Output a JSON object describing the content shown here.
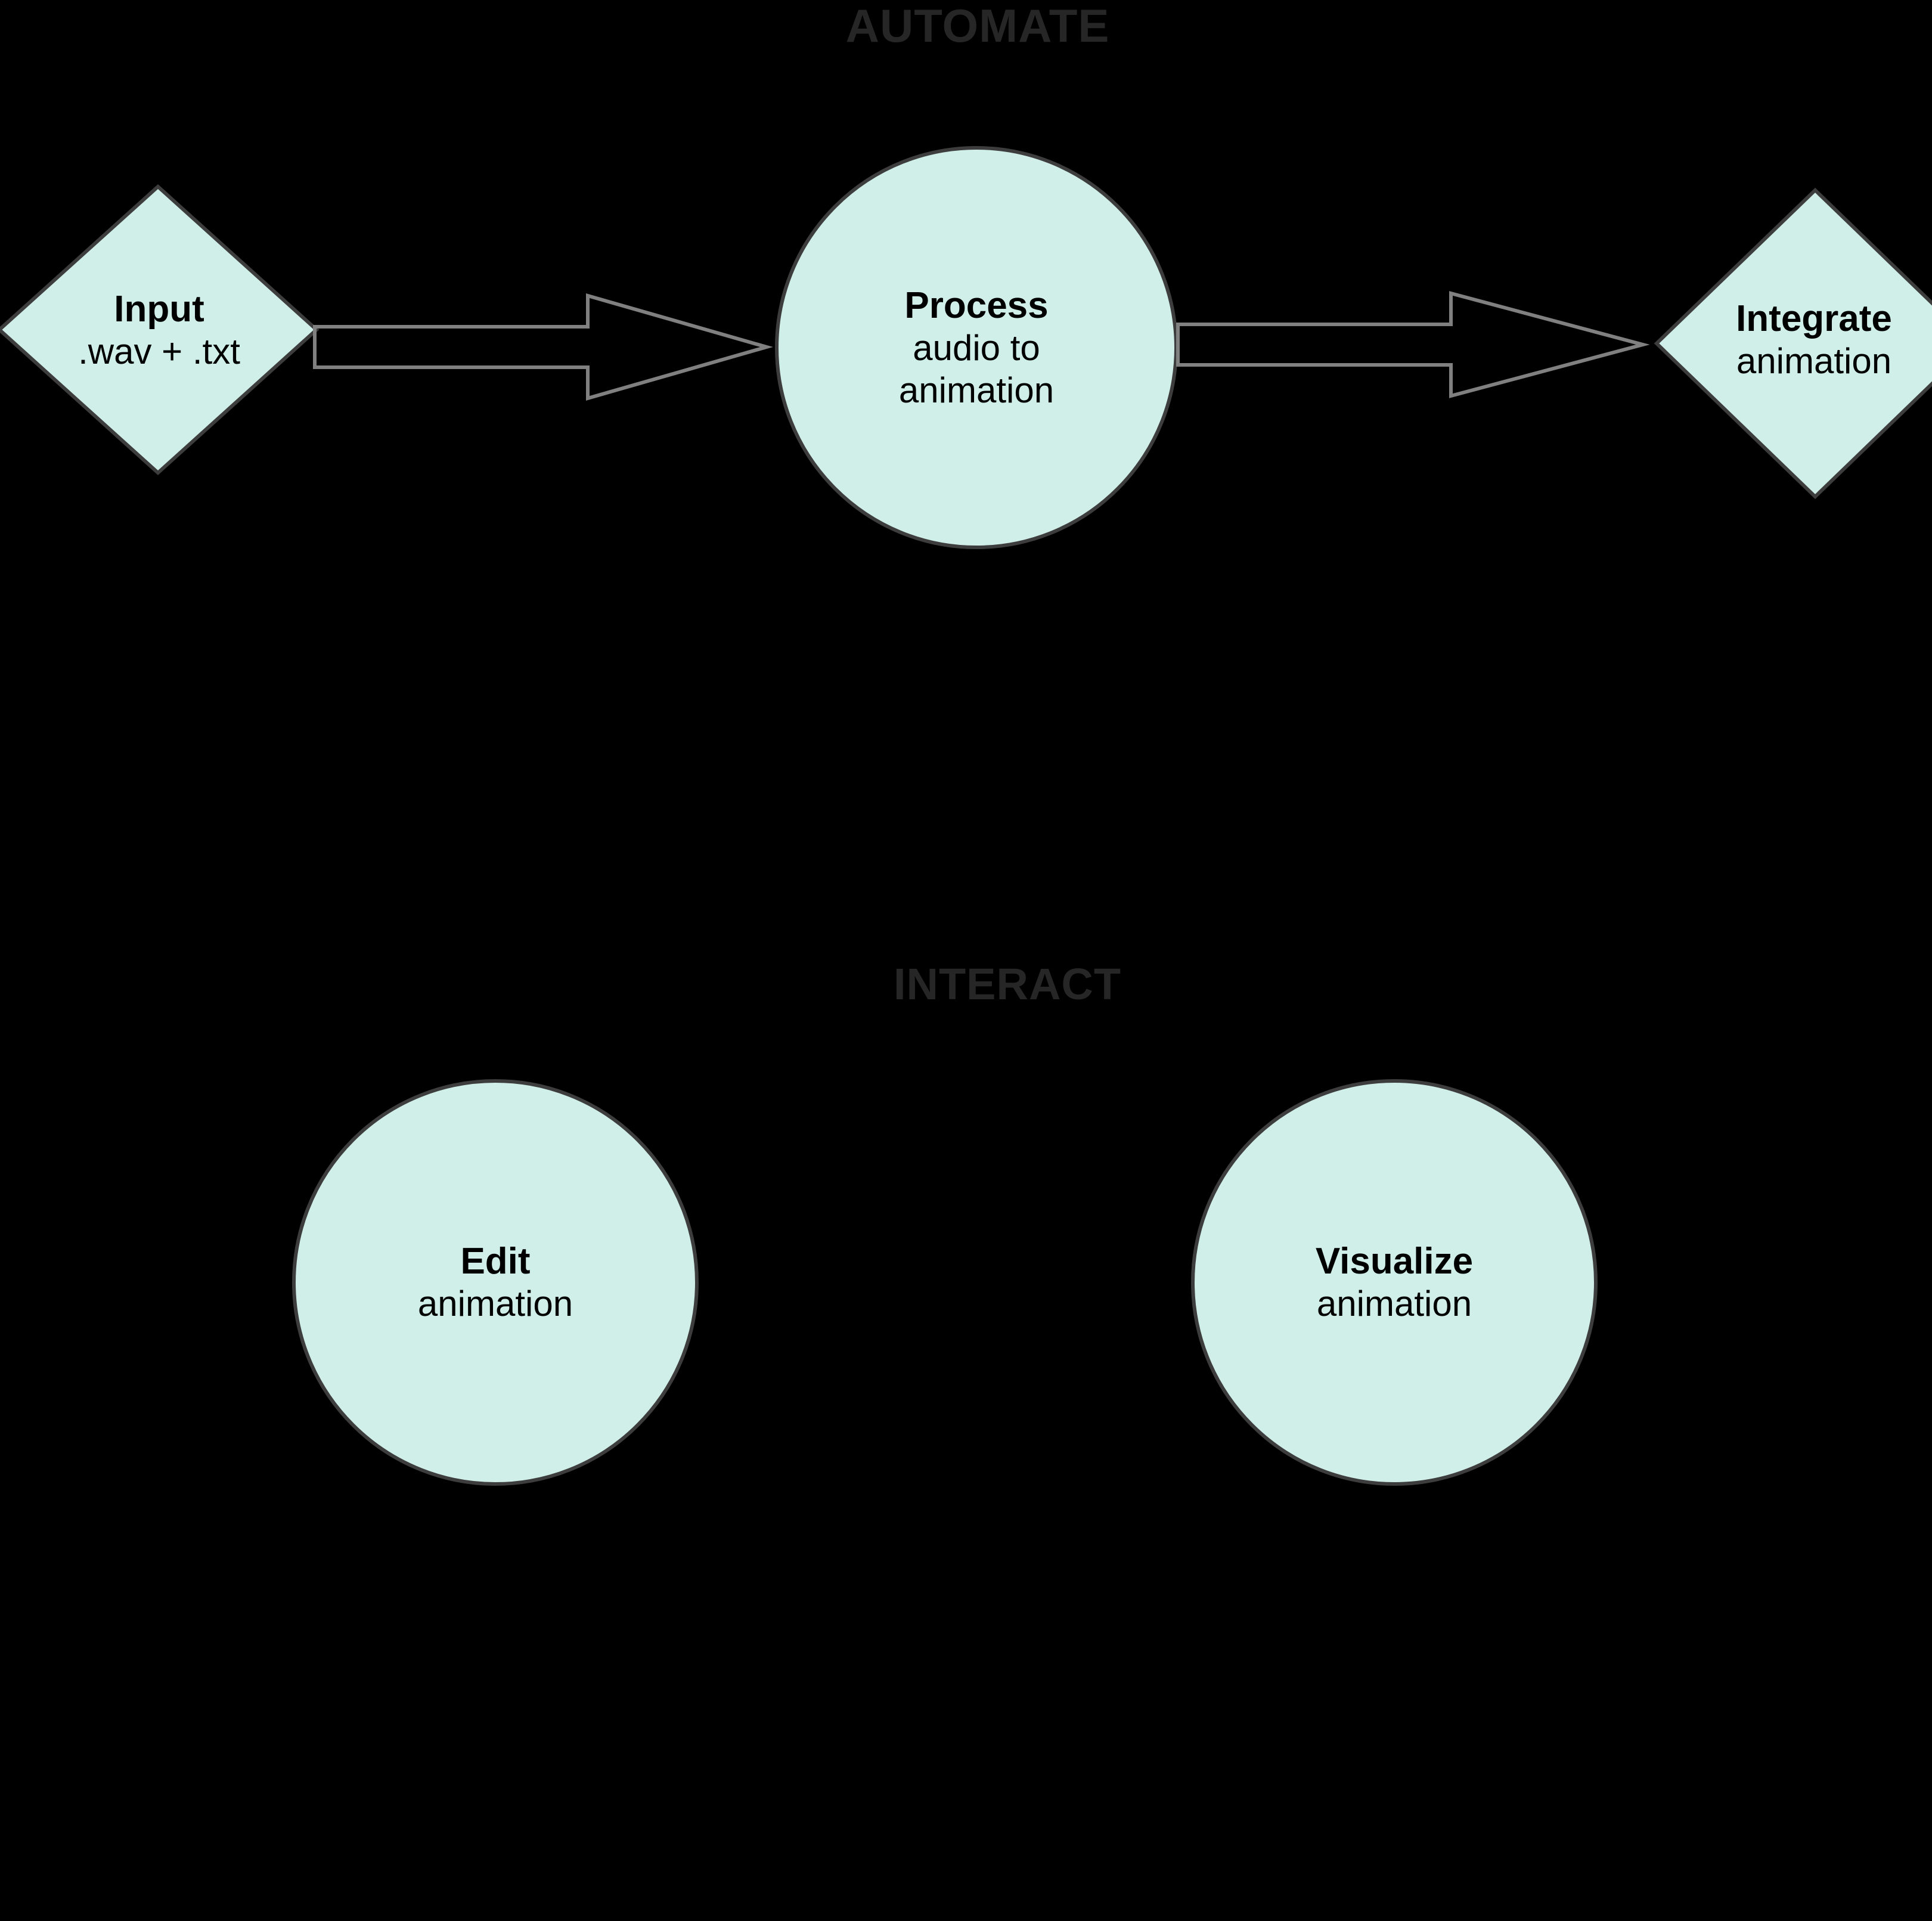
{
  "canvas": {
    "background_color": "#000000",
    "node_fill_color": "#d0efe9",
    "node_stroke_color": "#3d3d3d",
    "arrow_stroke_color": "#808080",
    "section_title_color": "#262626",
    "node_text_color": "#000000"
  },
  "sections": [
    {
      "id": "automate",
      "label": "AUTOMATE"
    },
    {
      "id": "interact",
      "label": "INTERACT"
    }
  ],
  "nodes": [
    {
      "id": "input",
      "shape": "diamond",
      "title": "Input",
      "subtitle": ".wav + .txt",
      "section": "AUTOMATE"
    },
    {
      "id": "process",
      "shape": "circle",
      "title": "Process",
      "subtitle_line1": "audio to",
      "subtitle_line2": "animation",
      "section": "AUTOMATE"
    },
    {
      "id": "integrate",
      "shape": "diamond",
      "title": "Integrate",
      "subtitle": "animation",
      "section": "AUTOMATE"
    },
    {
      "id": "edit",
      "shape": "circle",
      "title": "Edit",
      "subtitle": "animation",
      "section": "INTERACT"
    },
    {
      "id": "visualize",
      "shape": "circle",
      "title": "Visualize",
      "subtitle": "animation",
      "section": "INTERACT"
    }
  ],
  "edges": [
    {
      "id": "input-to-process",
      "from": "input",
      "to": "process",
      "style": "block-arrow",
      "label": ""
    },
    {
      "id": "process-to-integrate",
      "from": "process",
      "to": "integrate",
      "style": "block-arrow",
      "label": ""
    }
  ]
}
